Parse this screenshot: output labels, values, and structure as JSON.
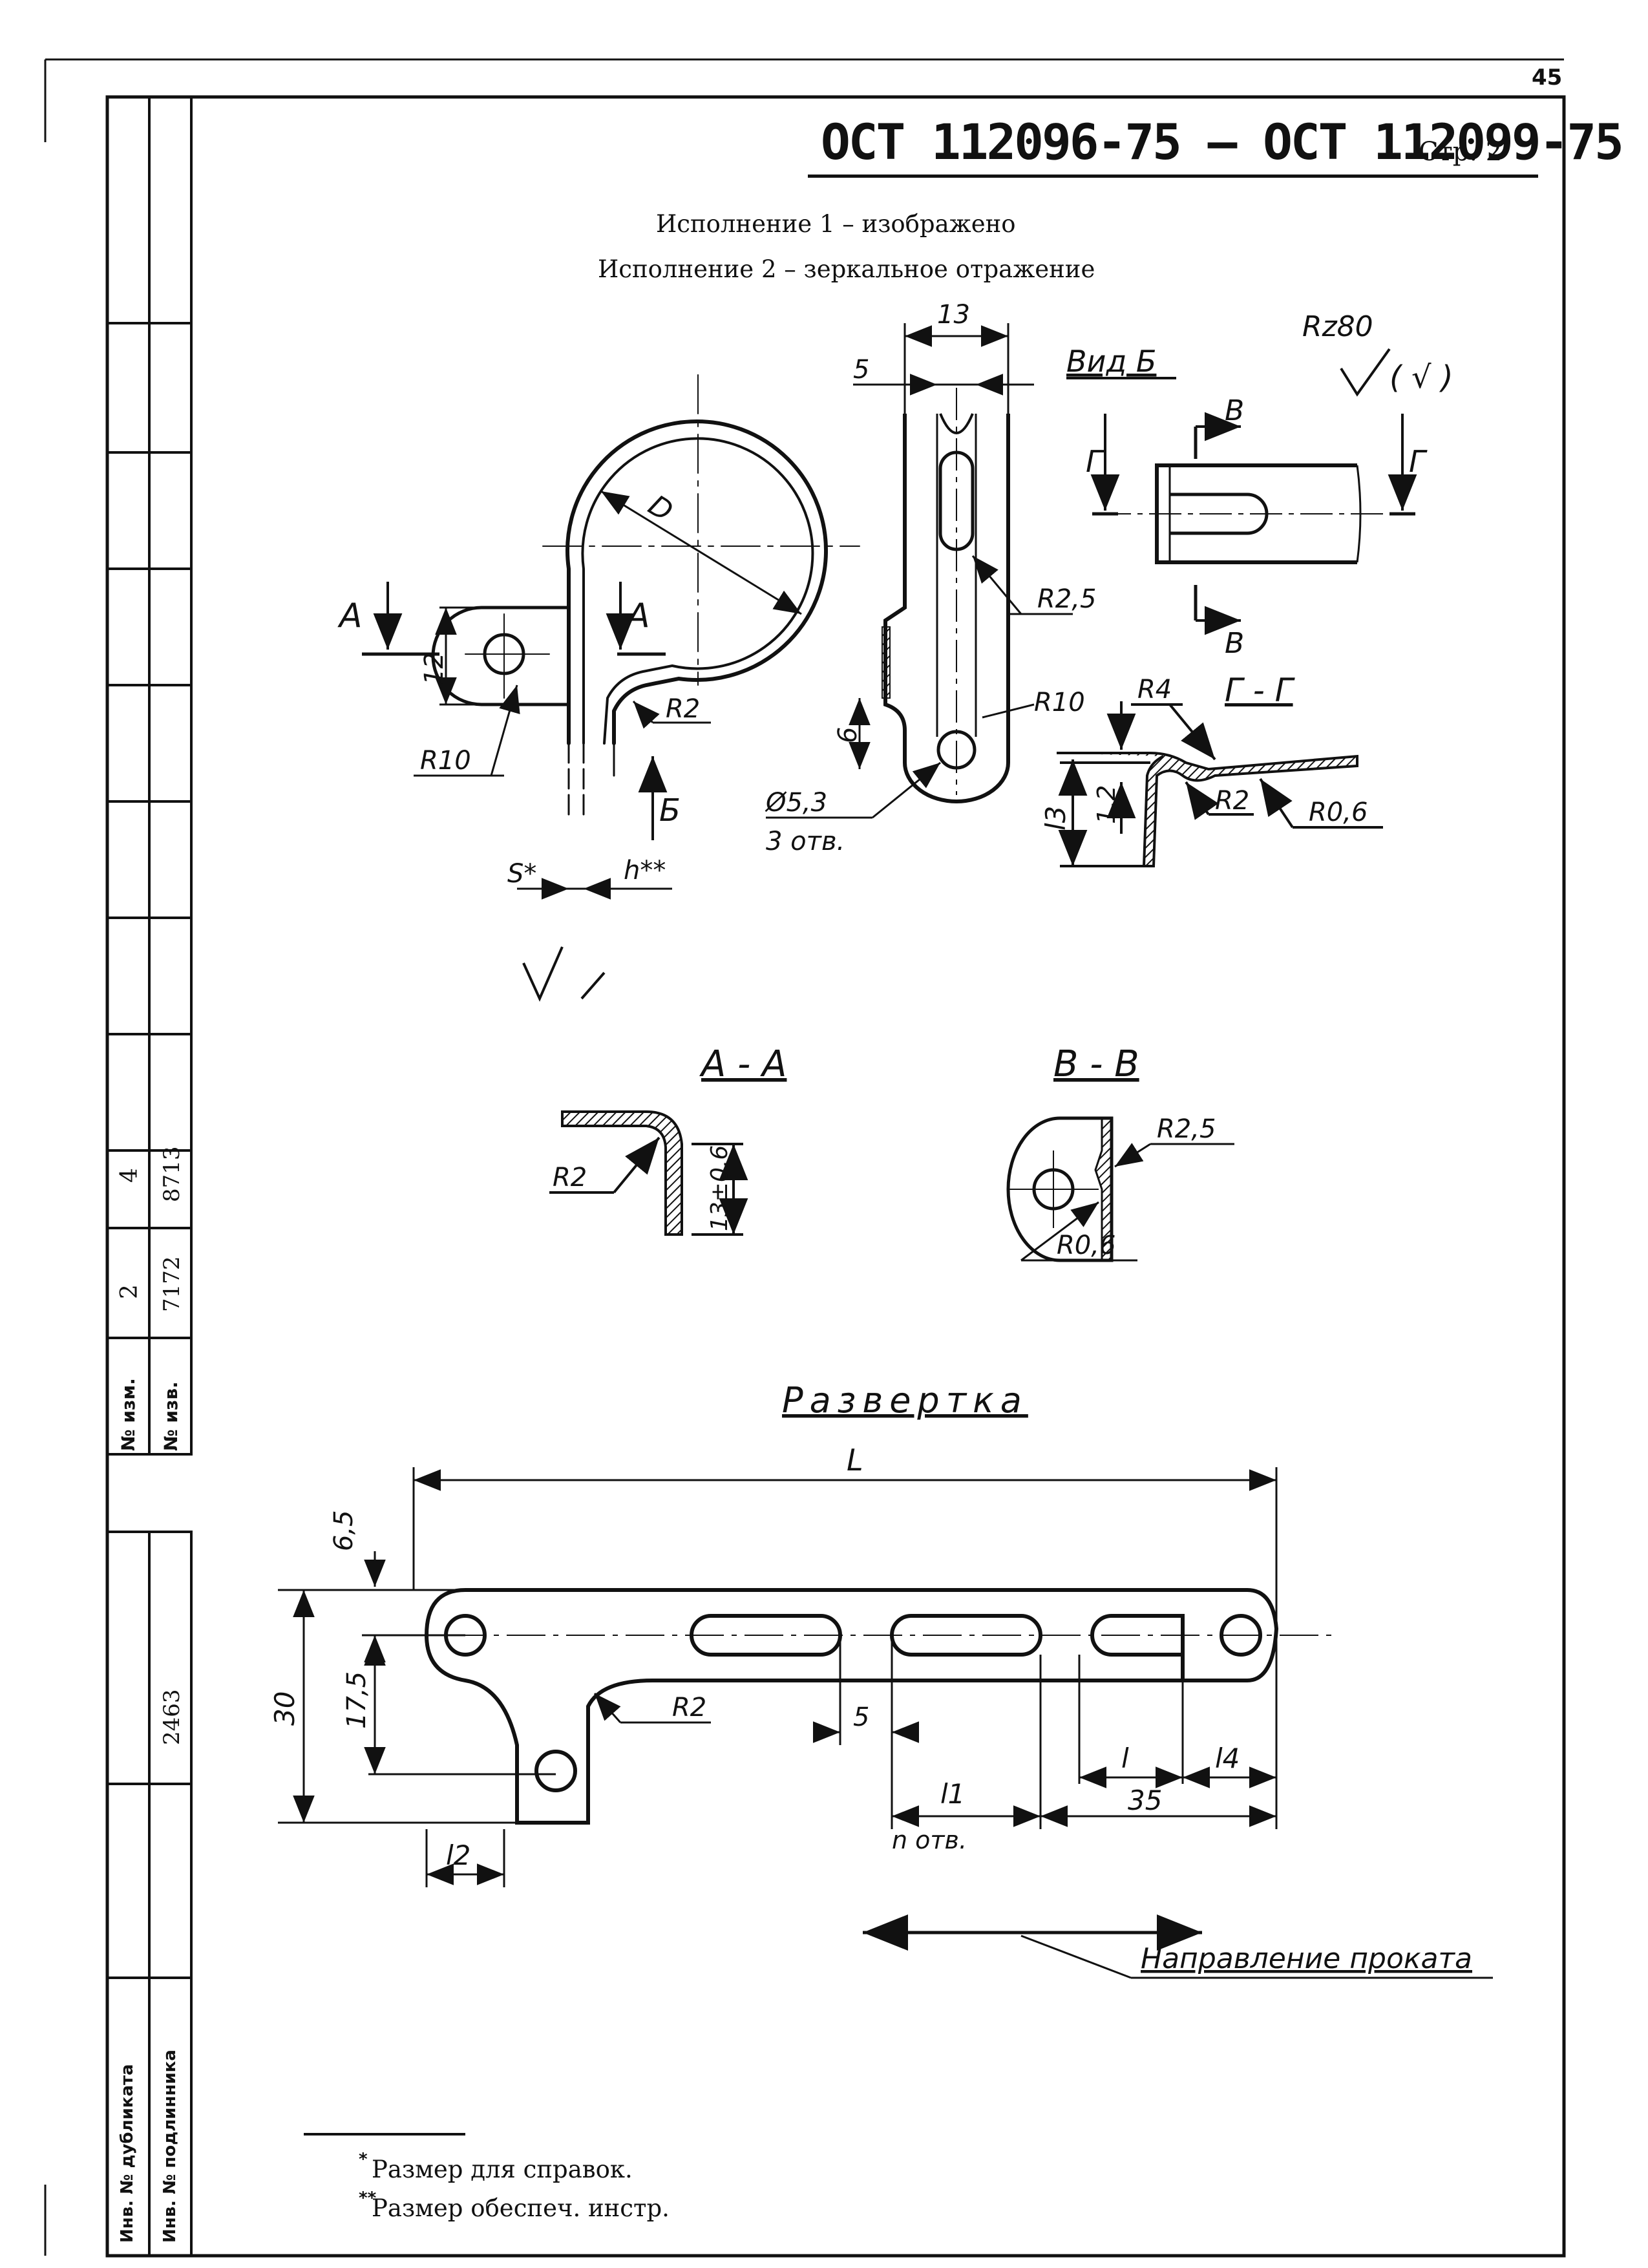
{
  "sheet_number": "45",
  "header": {
    "title": "ОСТ 112096-75 – ОСТ 112099-75",
    "page_ref": "Стр. 2"
  },
  "variants": {
    "line1": "Исполнение 1 – изображено",
    "line2": "Исполнение 2 – зеркальное отражение"
  },
  "roughness": {
    "main": "Rz80",
    "rest": "( √ )"
  },
  "views": {
    "view_b": "Вид Б",
    "section_gg": "Г - Г",
    "section_aa": "А - А",
    "section_vv": "В - В",
    "development": "Развертка",
    "rolling_direction": "Направление проката"
  },
  "cut_letters": {
    "a": "А",
    "b": "Б",
    "v": "В",
    "g": "Г"
  },
  "dims": {
    "front": {
      "d": "D",
      "w12": "12",
      "r10": "R10",
      "r2": "R2",
      "s": "S*",
      "h": "h**"
    },
    "side": {
      "w13": "13",
      "w5": "5",
      "r25": "R2,5",
      "r10": "R10",
      "h6": "6",
      "hole": "Ø5,3",
      "holes_count": "3 отв."
    },
    "gg": {
      "r4": "R4",
      "t12": "1,2",
      "l3": "l3",
      "r2": "R2",
      "r06": "R0,6"
    },
    "aa": {
      "r2": "R2",
      "h13": "13±0,6"
    },
    "vv": {
      "r25": "R2,5",
      "r06": "R0,6"
    },
    "dev": {
      "L": "L",
      "h65": "6,5",
      "h30": "30",
      "h175": "17,5",
      "r2": "R2",
      "w5": "5",
      "l1": "l1",
      "n_holes": "n отв.",
      "l": "l",
      "l4": "l4",
      "w35": "35",
      "l2": "l2"
    }
  },
  "footnotes": {
    "note1": "Размер для справок.",
    "note2": "Размер обеспеч. инстр."
  },
  "side_stamp": {
    "izm_labels": [
      "№ изм.",
      "№ изв."
    ],
    "izm_col1": [
      "2",
      "7172"
    ],
    "izm_col2": [
      "4",
      "8713"
    ],
    "inv_number": "2463",
    "bottom_labels": [
      "Инв. № дубликата",
      "Инв. № подлинника"
    ]
  }
}
